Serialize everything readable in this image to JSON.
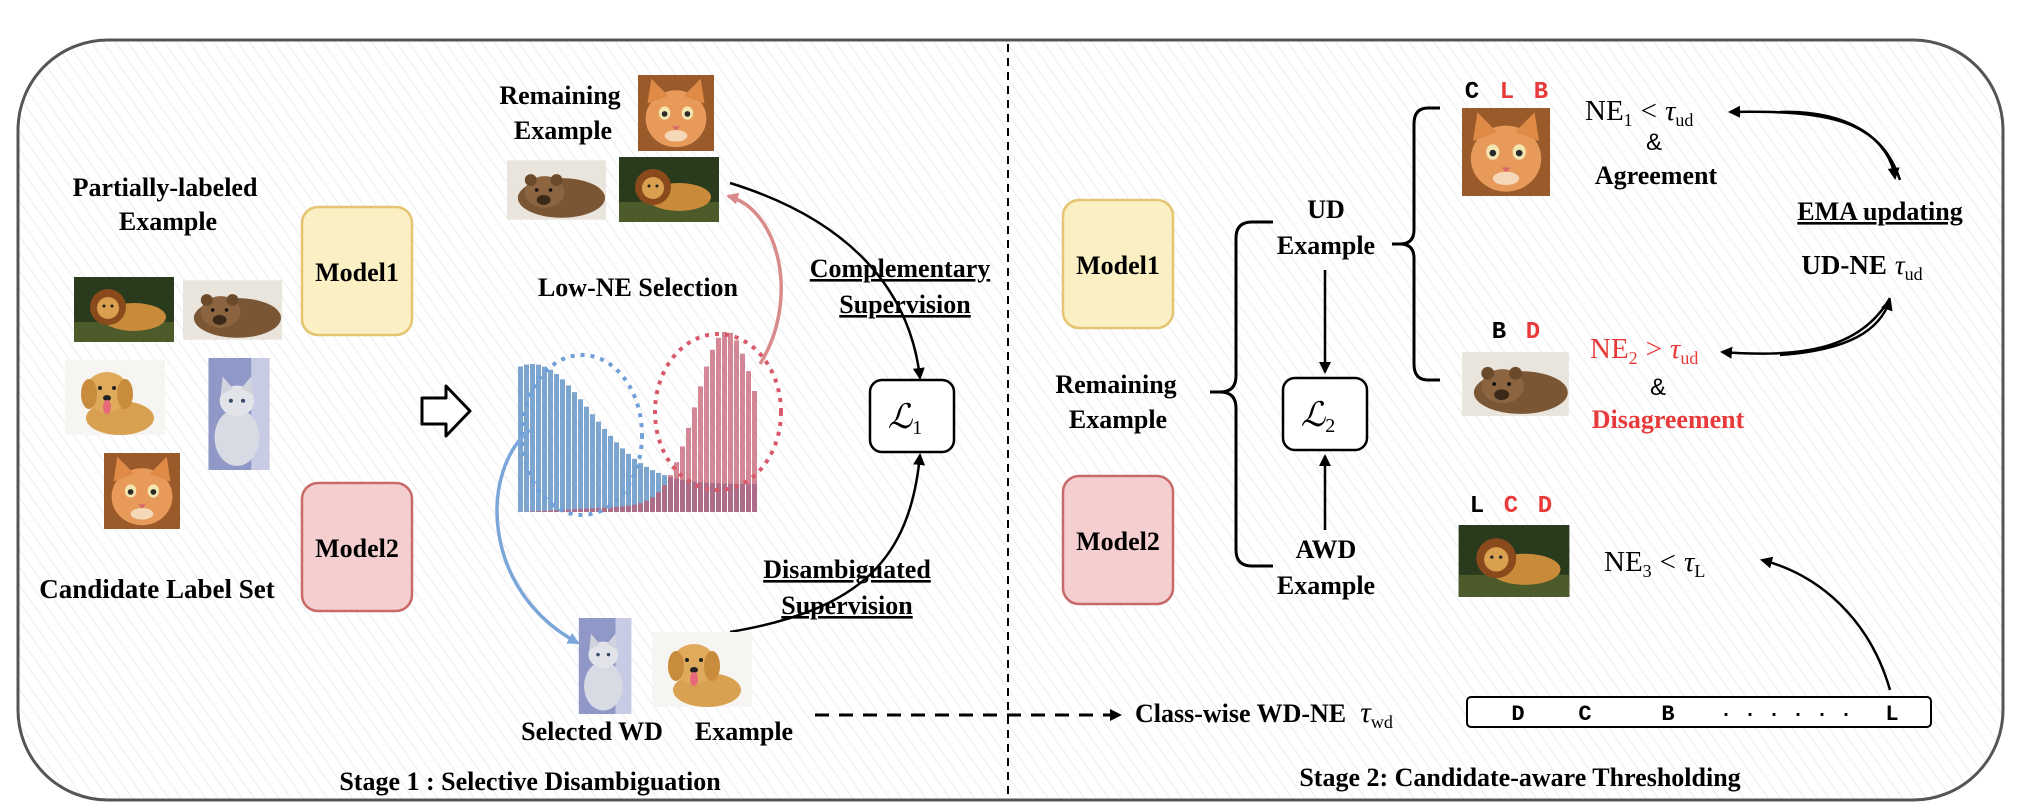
{
  "stage1": {
    "title": "Stage 1 : Selective Disambiguation",
    "partial_label_line1": "Partially-labeled",
    "partial_label_line2": "Example",
    "candidate_label_set": "Candidate Label Set",
    "model1": "Model1",
    "model2": "Model2",
    "remaining_line1": "Remaining",
    "remaining_line2": "Example",
    "low_ne_selection": "Low-NE Selection",
    "complementary_line1": "Complementary",
    "complementary_line2": "Supervision",
    "disambiguated_line1": "Disambiguated",
    "disambiguated_line2": "Supervision",
    "selected_wd": "Selected WD",
    "example": "Example",
    "loss": "ℒ",
    "loss_sub": "1"
  },
  "stage2": {
    "title": "Stage 2: Candidate-aware Thresholding",
    "model1": "Model1",
    "model2": "Model2",
    "remaining_line1": "Remaining",
    "remaining_line2": "Example",
    "ud_line1": "UD",
    "ud_line2": "Example",
    "awd_line1": "AWD",
    "awd_line2": "Example",
    "loss": "ℒ",
    "loss_sub": "2",
    "row1_labels": {
      "c": "C",
      "l": "L",
      "b": "B"
    },
    "row1_ne": "NE",
    "row1_ne_sub": "1",
    "row1_op": "<",
    "row1_tau": "τ",
    "row1_tau_sub": "ud",
    "row1_amp": "&",
    "row1_word": "Agreement",
    "row2_labels": {
      "b": "B",
      "d": "D"
    },
    "row2_ne": "NE",
    "row2_ne_sub": "2",
    "row2_op": ">",
    "row2_tau": "τ",
    "row2_tau_sub": "ud",
    "row2_amp": "&",
    "row2_word": "Disagreement",
    "row3_labels": {
      "l": "L",
      "c": "C",
      "d": "D"
    },
    "row3_ne": "NE",
    "row3_ne_sub": "3",
    "row3_op": "<",
    "row3_tau": "τ",
    "row3_tau_sub": "L",
    "ema": "EMA updating",
    "ud_ne": "UD-NE",
    "ud_ne_tau": "τ",
    "ud_ne_tau_sub": "ud",
    "classwise": "Class-wise WD-NE",
    "classwise_tau": "τ",
    "classwise_tau_sub": "wd",
    "threshold_bar": [
      "D",
      "C",
      "B",
      "· · · · · ·",
      "L"
    ]
  },
  "colors": {
    "model1_fill": "#fbefc4",
    "model1_stroke": "#e5c572",
    "model2_fill": "#f5cfcf",
    "model2_stroke": "#c86a6a",
    "red_text": "#e83a3a",
    "blue_hist": "#5b8fc4",
    "red_hist": "#c2566a",
    "blue_arrow": "#7aa6da",
    "red_arrow": "#d98a8a"
  },
  "icons": [
    "lion-image",
    "bear-image",
    "dog-image",
    "cat-image",
    "orange-cat-image"
  ]
}
